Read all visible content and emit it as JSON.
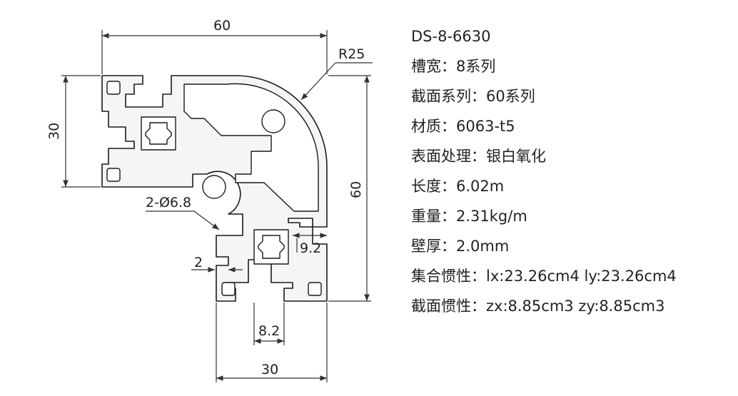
{
  "drawing": {
    "dimensions": {
      "top_width": "60",
      "left_height": "30",
      "right_height": "60",
      "bottom_width": "30",
      "radius": "R25",
      "holes": "2-Ø6.8",
      "offset": "9.2",
      "slot_gap": "2",
      "slot_width": "8.2"
    }
  },
  "specs": {
    "model": "DS-8-6630",
    "lines": [
      "槽宽：8系列",
      "截面系列：60系列",
      "材质：6063-t5",
      "表面处理：银白氧化",
      "长度：6.02m",
      "重量：2.31kg/m",
      "壁厚：2.0mm",
      "集合惯性：lx:23.26cm4 ly:23.26cm4",
      "截面惯性：zx:8.85cm3 zy:8.85cm3"
    ]
  }
}
